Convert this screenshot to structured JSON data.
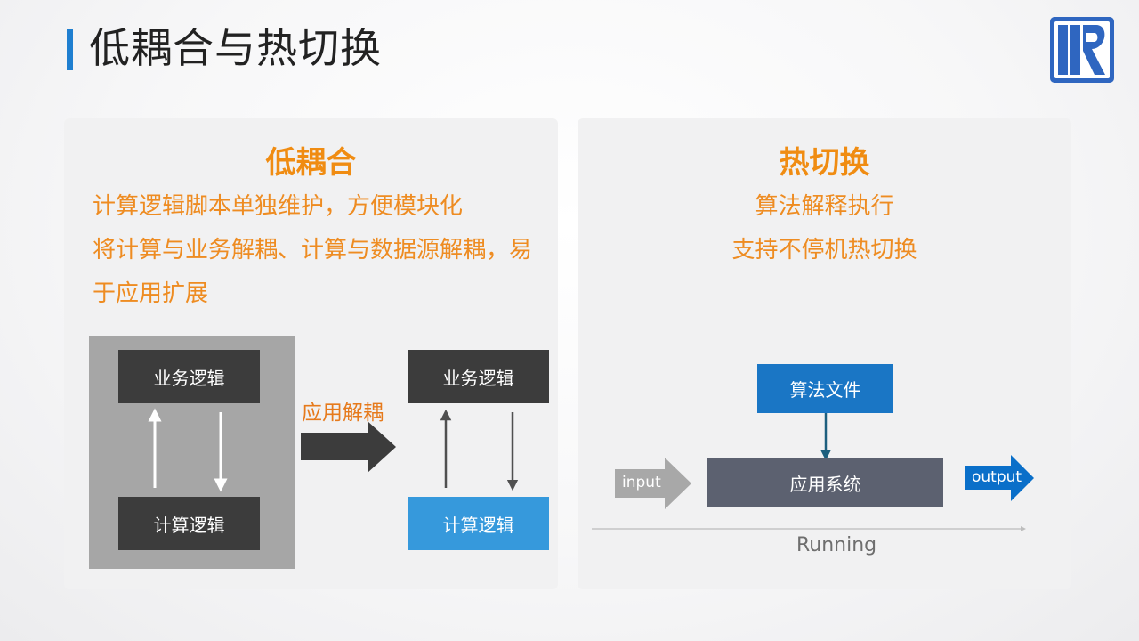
{
  "page": {
    "title": "低耦合与热切换"
  },
  "colors": {
    "accent": "#1f7fd0",
    "heading_orange": "#f08c12",
    "dark_box": "#3c3c3c",
    "blue_box": "#3699dc",
    "app_box": "#5c6170",
    "algo_box": "#1a76c5"
  },
  "icons": {
    "logo": "r-logo-icon"
  },
  "left_panel": {
    "heading": "低耦合",
    "lines": [
      "计算逻辑脚本单独维护，方便模块化",
      "将计算与业务解耦、计算与数据源解耦，易",
      "于应用扩展"
    ],
    "before": {
      "top_box": "业务逻辑",
      "bottom_box": "计算逻辑"
    },
    "arrow_label": "应用解耦",
    "after": {
      "top_box": "业务逻辑",
      "bottom_box": "计算逻辑"
    }
  },
  "right_panel": {
    "heading": "热切换",
    "lines": [
      "算法解释执行",
      "支持不停机热切换"
    ],
    "algorithm_box": "算法文件",
    "app_box": "应用系统",
    "input_label": "input",
    "output_label": "output",
    "timeline_label": "Running"
  }
}
